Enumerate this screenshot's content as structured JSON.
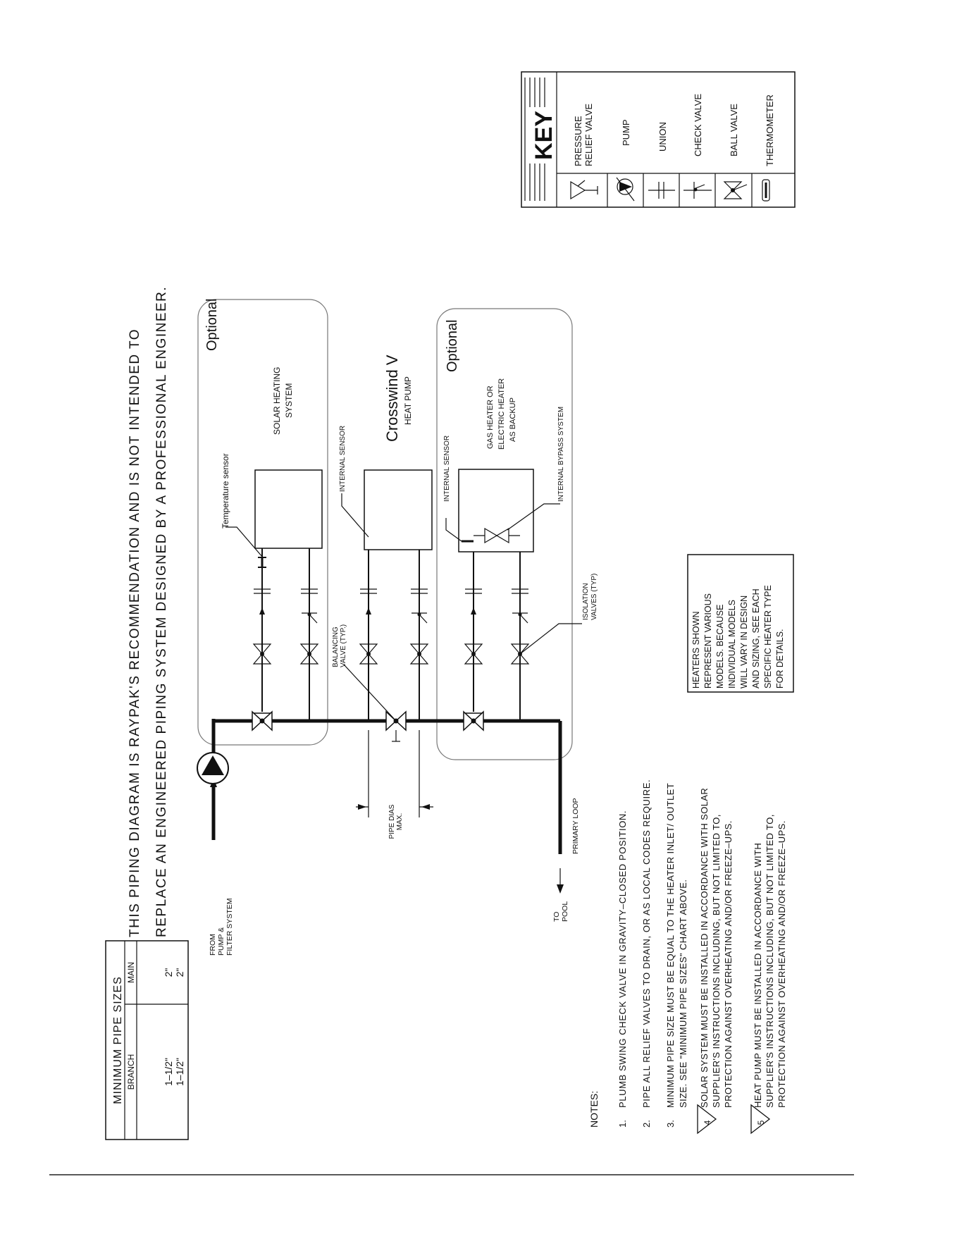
{
  "title": {
    "line1": "THIS PIPING DIAGRAM IS RAYPAK'S RECOMMENDATION AND IS NOT INTENDED TO",
    "line2": "REPLACE AN ENGINEERED PIPING SYSTEM DESIGNED BY A PROFESSIONAL ENGINEER."
  },
  "pipe_sizes": {
    "title": "MINIMUM PIPE SIZES",
    "headers": [
      "BRANCH",
      "MAIN"
    ],
    "rows": [
      [
        "1–1/2\"",
        "2\""
      ],
      [
        "1–1/2\"",
        "2\""
      ]
    ]
  },
  "key": {
    "title": "KEY",
    "items": [
      {
        "icon": "pressure-relief-valve-icon",
        "lines": [
          "PRESSURE",
          "RELIEF VALVE"
        ]
      },
      {
        "icon": "pump-icon",
        "lines": [
          "PUMP"
        ]
      },
      {
        "icon": "union-icon",
        "lines": [
          "UNION"
        ]
      },
      {
        "icon": "check-valve-icon",
        "lines": [
          "CHECK VALVE"
        ]
      },
      {
        "icon": "ball-valve-icon",
        "lines": [
          "BALL VALVE"
        ]
      },
      {
        "icon": "thermometer-icon",
        "lines": [
          "THERMOMETER"
        ]
      }
    ]
  },
  "labels": {
    "from_pump": [
      "FROM",
      "PUMP &",
      "FILTER SYSTEM"
    ],
    "to_pool": [
      "TO",
      "POOL"
    ],
    "primary_loop": "PRIMARY LOOP",
    "pipe_dias": [
      "PIPE DIAS",
      "MAX."
    ],
    "balancing_valve": [
      "BALANCING",
      "VALVE (TYP.)"
    ],
    "isolation_valves": [
      "ISOLATION",
      "VALVES (TYP)"
    ],
    "temperature_sensor": "Temperature sensor",
    "internal_sensor_1": "INTERNAL SENSOR",
    "internal_sensor_2": "INTERNAL SENSOR",
    "internal_bypass": "INTERNAL BYPASS SYSTEM",
    "optional_1": "Optional",
    "optional_2": "Optional",
    "solar": [
      "SOLAR HEATING",
      "SYSTEM"
    ],
    "crosswind": "Crosswind V",
    "heat_pump": "HEAT PUMP",
    "gas_heater": [
      "GAS HEATER OR",
      "ELECTRIC HEATER",
      "AS BACKUP"
    ]
  },
  "heaters_note": [
    "HEATERS SHOWN",
    "REPRESENT VARIOUS",
    "MODELS.  BECAUSE",
    "INDIVIDUAL MODELS",
    "WILL VARY IN DESIGN",
    "AND SIZING, SEE EACH",
    "SPECIFIC HEATER TYPE",
    "FOR DETAILS."
  ],
  "notes": {
    "heading": "NOTES:",
    "items": [
      {
        "num": "1.",
        "lines": [
          "PLUMB SWING CHECK VALVE IN GRAVITY–CLOSED POSITION."
        ]
      },
      {
        "num": "2.",
        "lines": [
          "PIPE ALL RELIEF VALVES TO DRAIN, OR AS LOCAL CODES REQUIRE."
        ]
      },
      {
        "num": "3.",
        "lines": [
          "MINIMUM PIPE SIZE MUST BE EQUAL TO THE HEATER INLET/ OUTLET",
          "SIZE.  SEE \"MINIMUM PIPE SIZES\" CHART ABOVE."
        ]
      },
      {
        "num": "4",
        "lines": [
          "SOLAR SYSTEM MUST BE INSTALLED IN ACCORDANCE WITH SOLAR",
          "SUPPLIER'S INSTRUCTIONS INCLUDING, BUT NOT LIMITED TO,",
          "PROTECTION AGAINST OVERHEATING AND/OR FREEZE–UPS."
        ]
      },
      {
        "num": "5",
        "lines": [
          "HEAT PUMP MUST BE INSTALLED IN ACCORDANCE WITH",
          "SUPPLIER'S INSTRUCTIONS INCLUDING, BUT NOT LIMITED TO,",
          "PROTECTION AGAINST OVERHEATING AND/OR FREEZE–UPS."
        ]
      }
    ]
  }
}
